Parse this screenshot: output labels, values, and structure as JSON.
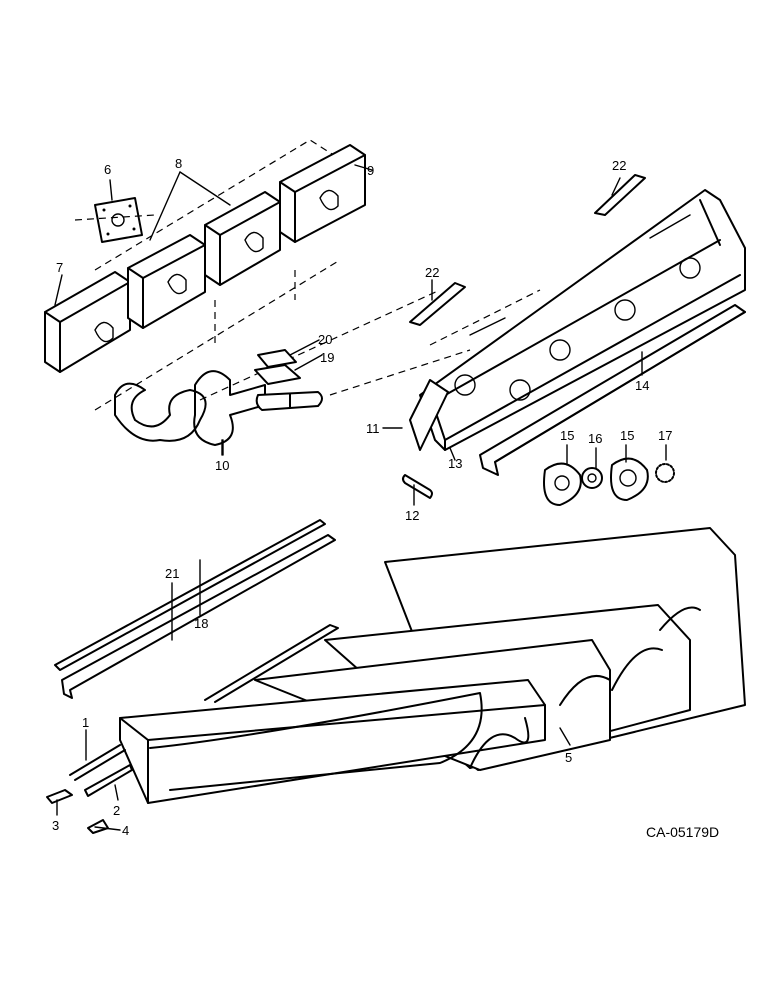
{
  "callouts": {
    "c1": "1",
    "c2": "2",
    "c3": "3",
    "c4": "4",
    "c5": "5",
    "c6": "6",
    "c7": "7",
    "c8": "8",
    "c9": "9",
    "c10": "10",
    "c11": "11",
    "c12": "12",
    "c13": "13",
    "c14": "14",
    "c15a": "15",
    "c15b": "15",
    "c16": "16",
    "c17": "17",
    "c18": "18",
    "c19": "19",
    "c20": "20",
    "c21": "21",
    "c22a": "22",
    "c22b": "22"
  },
  "drawing_code": "CA-05179D"
}
